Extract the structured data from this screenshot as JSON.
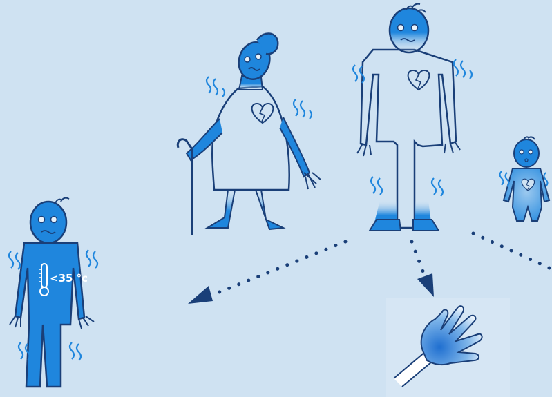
{
  "illustration": {
    "background_color": "#cfe2f2",
    "outline_color": "#1a3f78",
    "cold_blue": "#1f86dd",
    "thermometer_label": "<35 °c",
    "figures": [
      "old-woman-with-cane",
      "tall-man",
      "small-child",
      "man-with-thermometer"
    ],
    "icons": [
      "shiver-mark-icon",
      "broken-heart-icon",
      "thermometer-icon",
      "cold-hand-icon",
      "arrow-icon"
    ]
  }
}
